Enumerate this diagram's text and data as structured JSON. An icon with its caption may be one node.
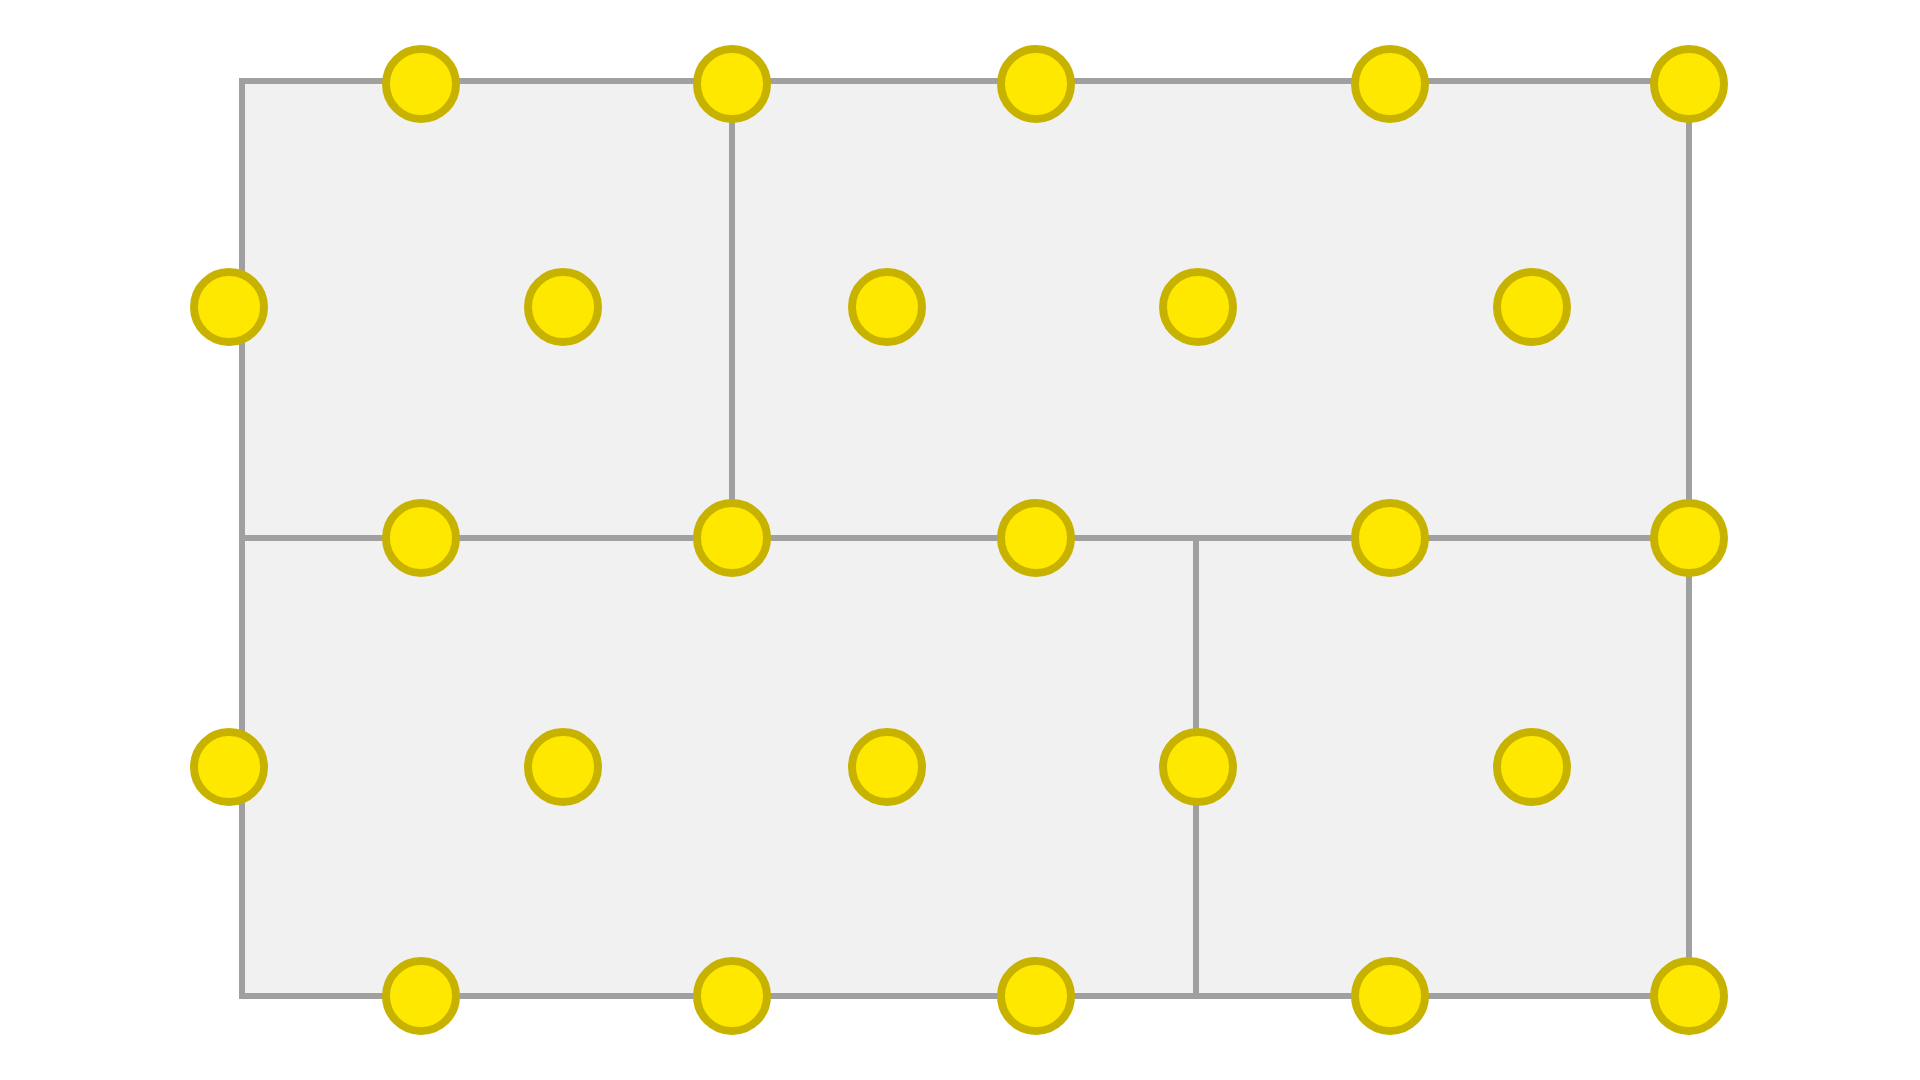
{
  "diagram": {
    "nodes": [
      {
        "text": [],
        "shape": "box"
      },
      {
        "text": [],
        "shape": "box"
      },
      {
        "text": [],
        "shape": "box"
      },
      {
        "text": [],
        "shape": "box"
      },
      {
        "text": [],
        "shape": "circle"
      },
      {
        "text": [],
        "shape": "circle"
      },
      {
        "text": [],
        "shape": "circle"
      },
      {
        "text": [],
        "shape": "circle"
      },
      {
        "text": [],
        "shape": "circle"
      },
      {
        "text": [],
        "shape": "circle"
      },
      {
        "text": [],
        "shape": "circle",
        "in": 0
      },
      {
        "text": [],
        "shape": "circle",
        "in": 1
      },
      {
        "text": [],
        "shape": "circle",
        "in": 1
      },
      {
        "text": [],
        "shape": "circle",
        "in": 1
      },
      {
        "text": [],
        "shape": "circle"
      },
      {
        "text": [],
        "shape": "circle"
      },
      {
        "text": [],
        "shape": "circle"
      },
      {
        "text": [],
        "shape": "circle"
      },
      {
        "text": [],
        "shape": "circle"
      },
      {
        "text": [],
        "shape": "circle"
      },
      {
        "text": [],
        "shape": "circle",
        "in": 2
      },
      {
        "text": [],
        "shape": "circle",
        "in": 2
      },
      {
        "text": [],
        "shape": "circle"
      },
      {
        "text": [],
        "shape": "circle",
        "in": 3
      },
      {
        "text": [],
        "shape": "circle"
      },
      {
        "text": [],
        "shape": "circle"
      },
      {
        "text": [],
        "shape": "circle"
      },
      {
        "text": [],
        "shape": "circle"
      },
      {
        "text": [],
        "shape": "circle"
      }
    ]
  }
}
